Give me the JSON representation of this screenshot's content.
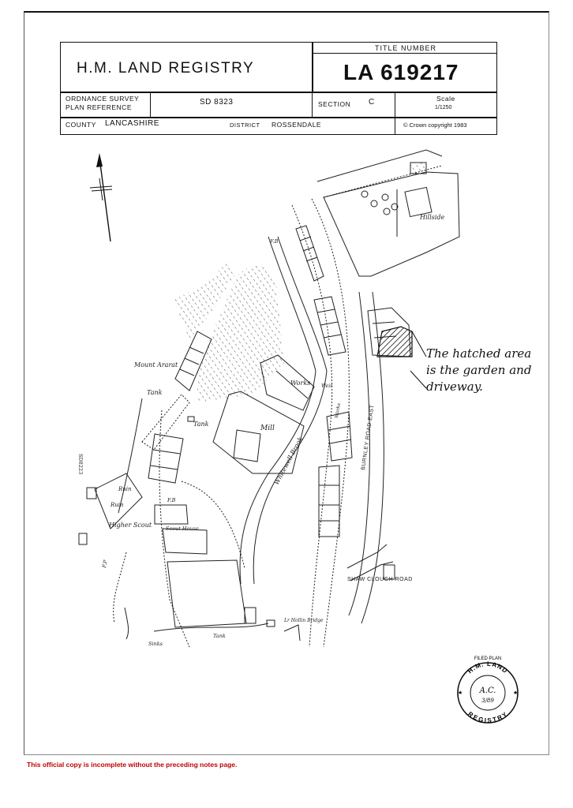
{
  "header": {
    "registry_title": "H.M. LAND REGISTRY",
    "title_number_label": "TITLE NUMBER",
    "title_number": "LA 619217",
    "os_plan_label_line1": "ORDNANCE SURVEY",
    "os_plan_label_line2": "PLAN REFERENCE",
    "os_plan_ref": "SD 8323",
    "section_label": "SECTION",
    "section_value": "C",
    "scale_label": "Scale",
    "scale_value": "1/1250",
    "county_label": "COUNTY",
    "county_value": "LANCASHIRE",
    "district_label": "DISTRICT",
    "district_value": "ROSSENDALE",
    "copyright": "© Crown copyright 1983"
  },
  "map_labels": {
    "hillside": "Hillside",
    "mount_ararat": "Mount Ararat",
    "tank1": "Tank",
    "tank2": "Tank",
    "tank3": "Tank",
    "works1": "Works",
    "works2": "Works",
    "weir": "Weir",
    "mill": "Mill",
    "whitewell_brook": "Whitewell Brook",
    "burnley_road_east": "BURNLEY ROAD EAST",
    "ruin1": "Ruin",
    "ruin2": "Ruin",
    "higher_scout": "Higher Scout",
    "scout_house": "Scout House",
    "fb1": "F.B",
    "fb2": "F.B",
    "fp": "F.P",
    "shaw_clough_road": "SHAW CLOUGH ROAD",
    "lower_hollin_bridge": "Lr Hollin Bridge",
    "sinks": "Sinks",
    "sheet_ref": "SD8223"
  },
  "annotation": {
    "line1": "The hatched area",
    "line2": "is the garden and",
    "line3": "driveway."
  },
  "stamp": {
    "filed_plan": "FILED PLAN",
    "hm_land": "H.M. LAND",
    "registry": "REGISTRY",
    "initials": "A.C.",
    "date": "3/89"
  },
  "footer": {
    "note": "This official copy is incomplete without the preceding notes page."
  }
}
